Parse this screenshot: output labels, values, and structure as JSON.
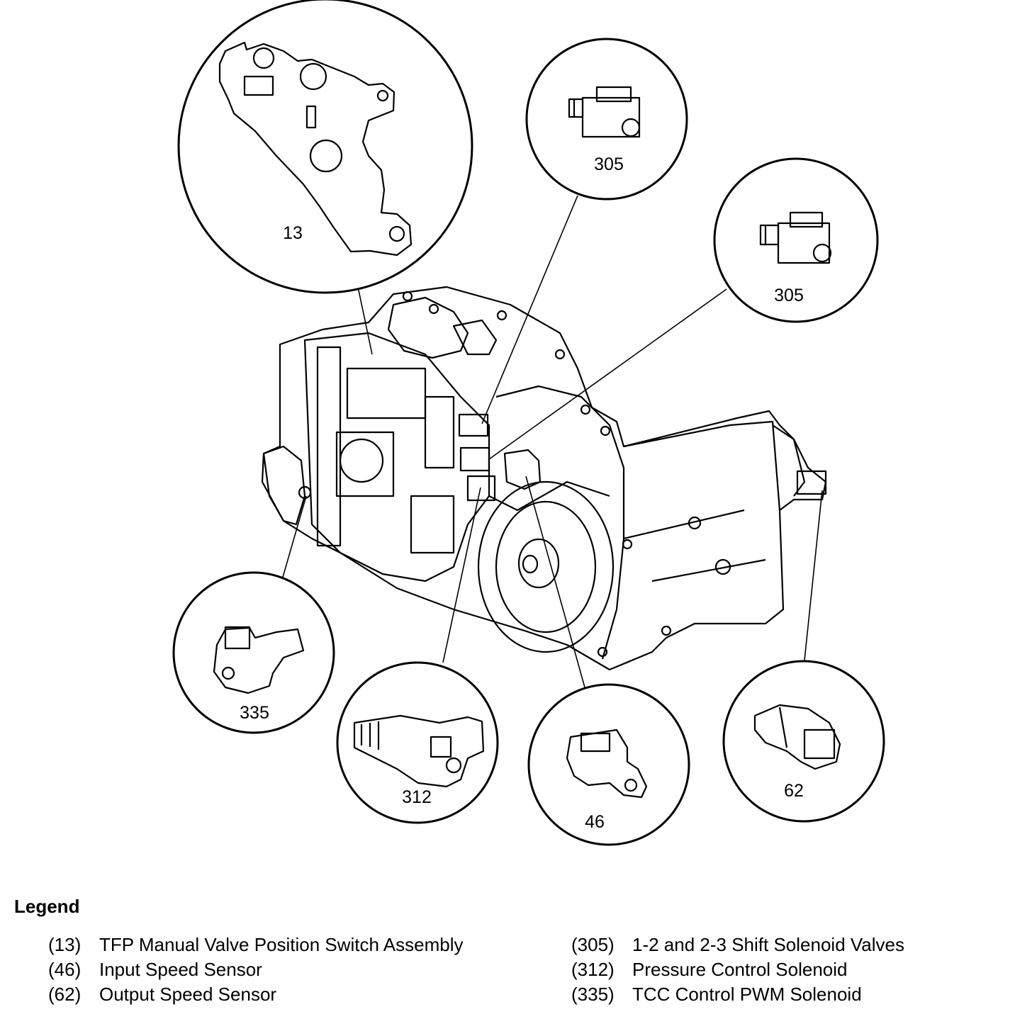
{
  "callouts": [
    {
      "id": "13",
      "label": "13"
    },
    {
      "id": "305a",
      "label": "305"
    },
    {
      "id": "305b",
      "label": "305"
    },
    {
      "id": "335",
      "label": "335"
    },
    {
      "id": "312",
      "label": "312"
    },
    {
      "id": "46",
      "label": "46"
    },
    {
      "id": "62",
      "label": "62"
    }
  ],
  "legend": {
    "title": "Legend",
    "left": [
      {
        "num": "(13)",
        "text": "TFP Manual Valve Position Switch Assembly"
      },
      {
        "num": "(46)",
        "text": "Input Speed Sensor"
      },
      {
        "num": "(62)",
        "text": "Output Speed Sensor"
      }
    ],
    "right": [
      {
        "num": "(305)",
        "text": "1-2 and 2-3 Shift Solenoid Valves"
      },
      {
        "num": "(312)",
        "text": "Pressure Control Solenoid"
      },
      {
        "num": "(335)",
        "text": "TCC Control PWM Solenoid"
      }
    ]
  }
}
